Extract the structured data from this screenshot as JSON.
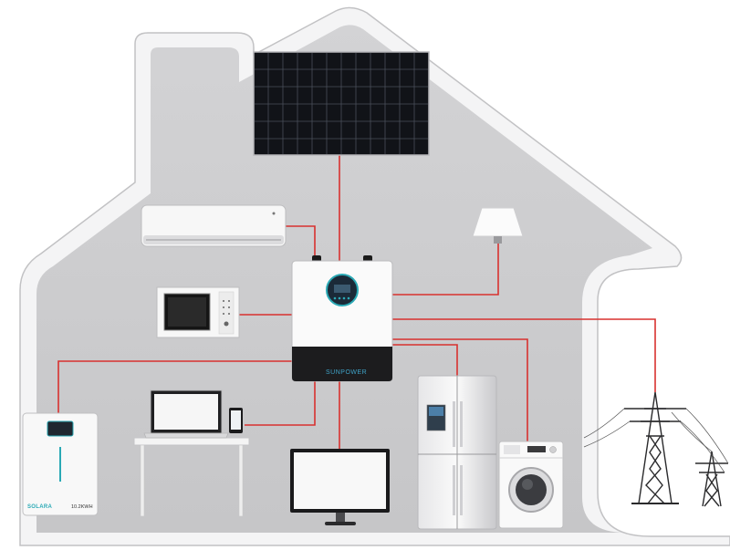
{
  "diagram": {
    "components": [
      {
        "id": "solar-panel",
        "icon": "solar-panel-icon"
      },
      {
        "id": "air-conditioner",
        "icon": "air-conditioner-icon"
      },
      {
        "id": "lamp",
        "icon": "lamp-icon"
      },
      {
        "id": "microwave",
        "icon": "microwave-icon"
      },
      {
        "id": "inverter",
        "icon": "inverter-icon"
      },
      {
        "id": "battery",
        "icon": "battery-icon"
      },
      {
        "id": "laptop",
        "icon": "laptop-icon"
      },
      {
        "id": "phone",
        "icon": "phone-icon"
      },
      {
        "id": "monitor",
        "icon": "monitor-icon"
      },
      {
        "id": "refrigerator",
        "icon": "refrigerator-icon"
      },
      {
        "id": "washing-machine",
        "icon": "washing-machine-icon"
      },
      {
        "id": "power-grid",
        "icon": "transmission-tower-icon"
      }
    ],
    "connections": [
      [
        "solar-panel",
        "inverter"
      ],
      [
        "air-conditioner",
        "inverter"
      ],
      [
        "inverter",
        "lamp"
      ],
      [
        "inverter",
        "microwave"
      ],
      [
        "inverter",
        "battery"
      ],
      [
        "inverter",
        "phone"
      ],
      [
        "inverter",
        "monitor"
      ],
      [
        "inverter",
        "refrigerator"
      ],
      [
        "inverter",
        "washing-machine"
      ],
      [
        "inverter",
        "power-grid"
      ]
    ],
    "battery_brand": "SOLARA",
    "battery_capacity": "10.2KWH",
    "inverter_brand": "SUNPOWER"
  },
  "colors": {
    "house_fill": "#cfcfd1",
    "house_outline": "#f2f2f2",
    "wire": "#d8312f",
    "display_accent": "#2aa9b5"
  }
}
